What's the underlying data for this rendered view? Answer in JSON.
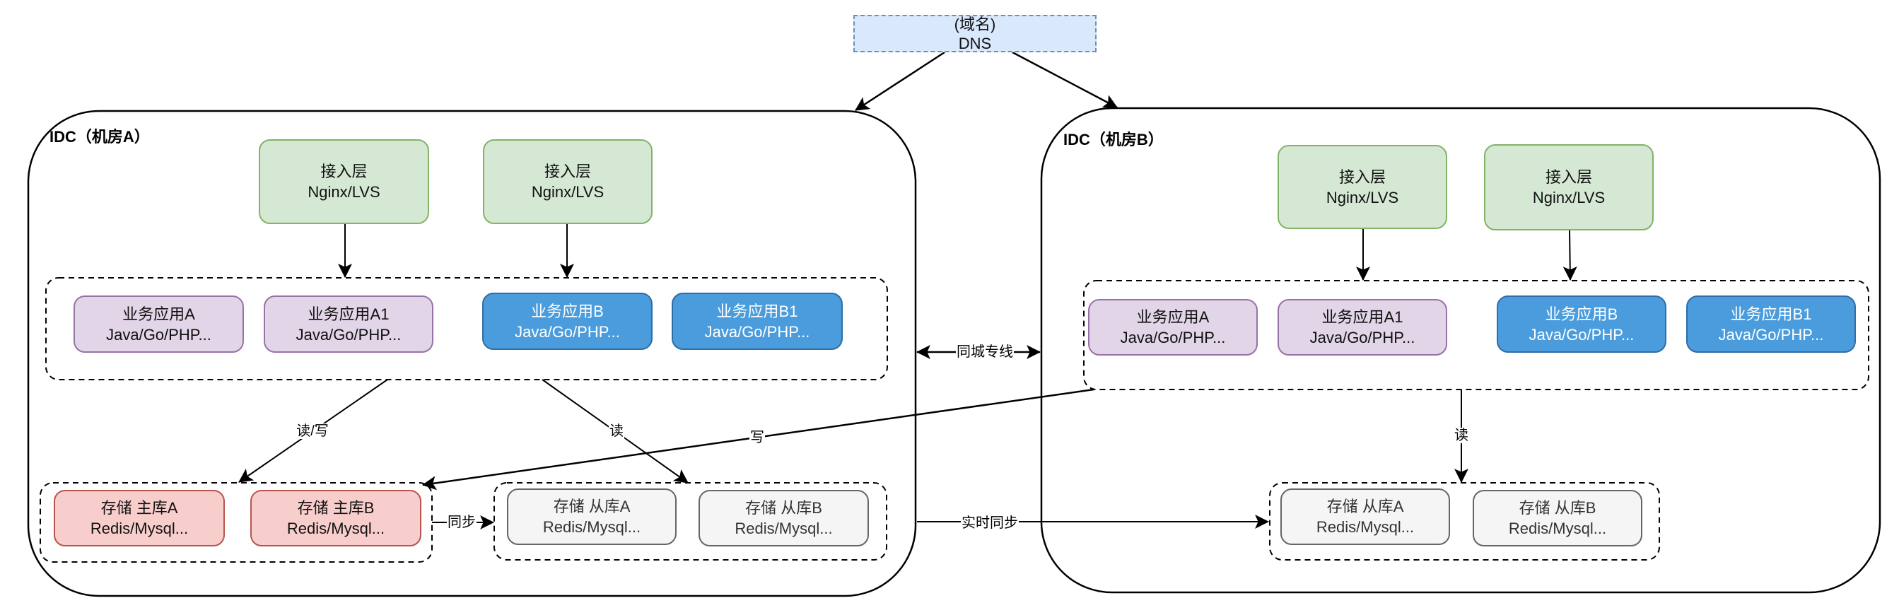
{
  "diagram": {
    "dns": {
      "line1": "(域名)",
      "line2": "DNS"
    },
    "idc_a": {
      "title": "IDC（机房A）",
      "access_layers": [
        {
          "title": "接入层",
          "subtitle": "Nginx/LVS"
        },
        {
          "title": "接入层",
          "subtitle": "Nginx/LVS"
        }
      ],
      "apps": [
        {
          "title": "业务应用A",
          "subtitle": "Java/Go/PHP..."
        },
        {
          "title": "业务应用A1",
          "subtitle": "Java/Go/PHP..."
        },
        {
          "title": "业务应用B",
          "subtitle": "Java/Go/PHP..."
        },
        {
          "title": "业务应用B1",
          "subtitle": "Java/Go/PHP..."
        }
      ],
      "masters": [
        {
          "title": "存储 主库A",
          "subtitle": "Redis/Mysql..."
        },
        {
          "title": "存储 主库B",
          "subtitle": "Redis/Mysql..."
        }
      ],
      "replicas": [
        {
          "title": "存储 从库A",
          "subtitle": "Redis/Mysql..."
        },
        {
          "title": "存储 从库B",
          "subtitle": "Redis/Mysql..."
        }
      ]
    },
    "idc_b": {
      "title": "IDC（机房B）",
      "access_layers": [
        {
          "title": "接入层",
          "subtitle": "Nginx/LVS"
        },
        {
          "title": "接入层",
          "subtitle": "Nginx/LVS"
        }
      ],
      "apps": [
        {
          "title": "业务应用A",
          "subtitle": "Java/Go/PHP..."
        },
        {
          "title": "业务应用A1",
          "subtitle": "Java/Go/PHP..."
        },
        {
          "title": "业务应用B",
          "subtitle": "Java/Go/PHP..."
        },
        {
          "title": "业务应用B1",
          "subtitle": "Java/Go/PHP..."
        }
      ],
      "replicas": [
        {
          "title": "存储 从库A",
          "subtitle": "Redis/Mysql..."
        },
        {
          "title": "存储 从库B",
          "subtitle": "Redis/Mysql..."
        }
      ]
    },
    "edge_labels": {
      "read_write": "读/写",
      "read_a": "读",
      "write_cross": "写",
      "sync": "同步",
      "dedicated_line": "同城专线",
      "realtime_sync": "实时同步",
      "read_b": "读"
    },
    "colors": {
      "dns_fill": "#dae8fc",
      "access_fill": "#d5e8d4",
      "app_purple_fill": "#e1d5e7",
      "app_blue_fill": "#4b9cdc",
      "master_fill": "#f8cecc",
      "replica_fill": "#f5f5f5"
    }
  }
}
